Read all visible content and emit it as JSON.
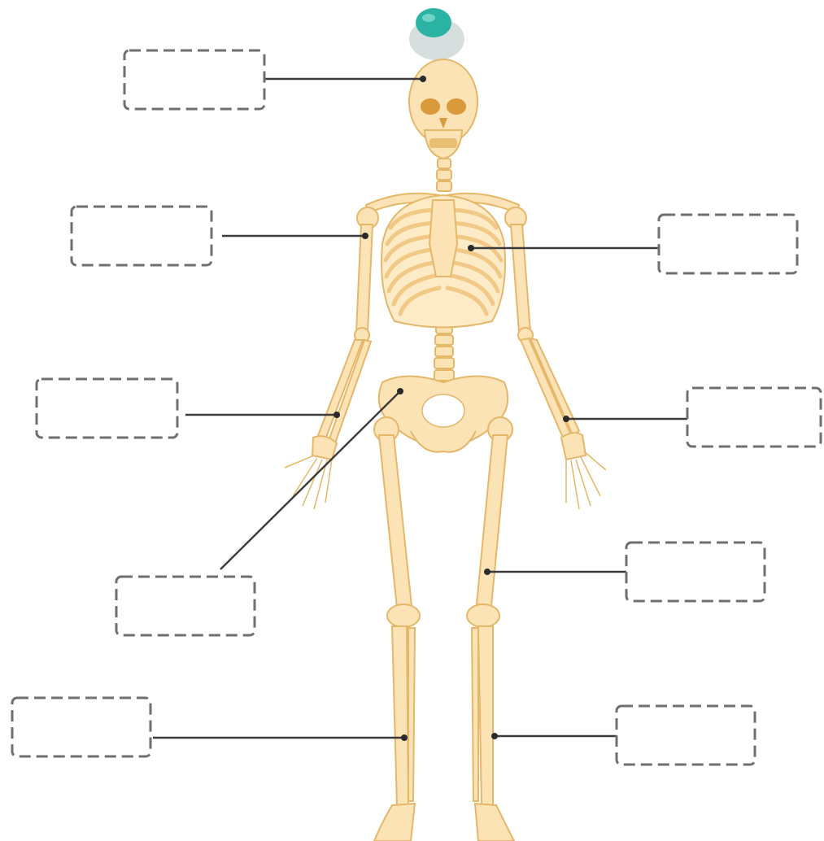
{
  "pin": {
    "icon": "push-pin-icon",
    "colors": {
      "head": "#2bb3a3",
      "shadow": "#cfd8d8"
    }
  },
  "skeleton": {
    "icon": "human-skeleton-icon",
    "colors": {
      "bone": "#fbe3b6",
      "outline": "#e5b769",
      "eye": "#d99a3c"
    }
  },
  "labels": [
    {
      "id": "skull",
      "text": ""
    },
    {
      "id": "humerus",
      "text": ""
    },
    {
      "id": "ribcage",
      "text": ""
    },
    {
      "id": "forearm",
      "text": ""
    },
    {
      "id": "hand",
      "text": ""
    },
    {
      "id": "pelvis",
      "text": ""
    },
    {
      "id": "femur",
      "text": ""
    },
    {
      "id": "lower-leg-left",
      "text": ""
    },
    {
      "id": "lower-leg-right",
      "text": ""
    }
  ]
}
